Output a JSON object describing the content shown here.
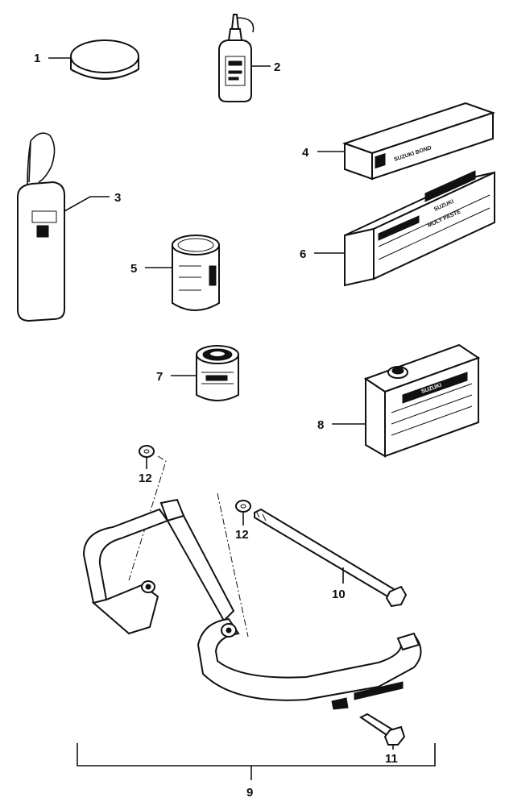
{
  "callouts": {
    "c1": "1",
    "c2": "2",
    "c3": "3",
    "c4": "4",
    "c5": "5",
    "c6": "6",
    "c7": "7",
    "c8": "8",
    "c9": "9",
    "c10": "10",
    "c11": "11",
    "c12a": "12",
    "c12b": "12"
  },
  "package_text": {
    "box4": "SUZUKI BOND",
    "box6_line1": "SUZUKI",
    "box6_line2": "MOLY PASTE",
    "can8": "SUZUKI"
  }
}
